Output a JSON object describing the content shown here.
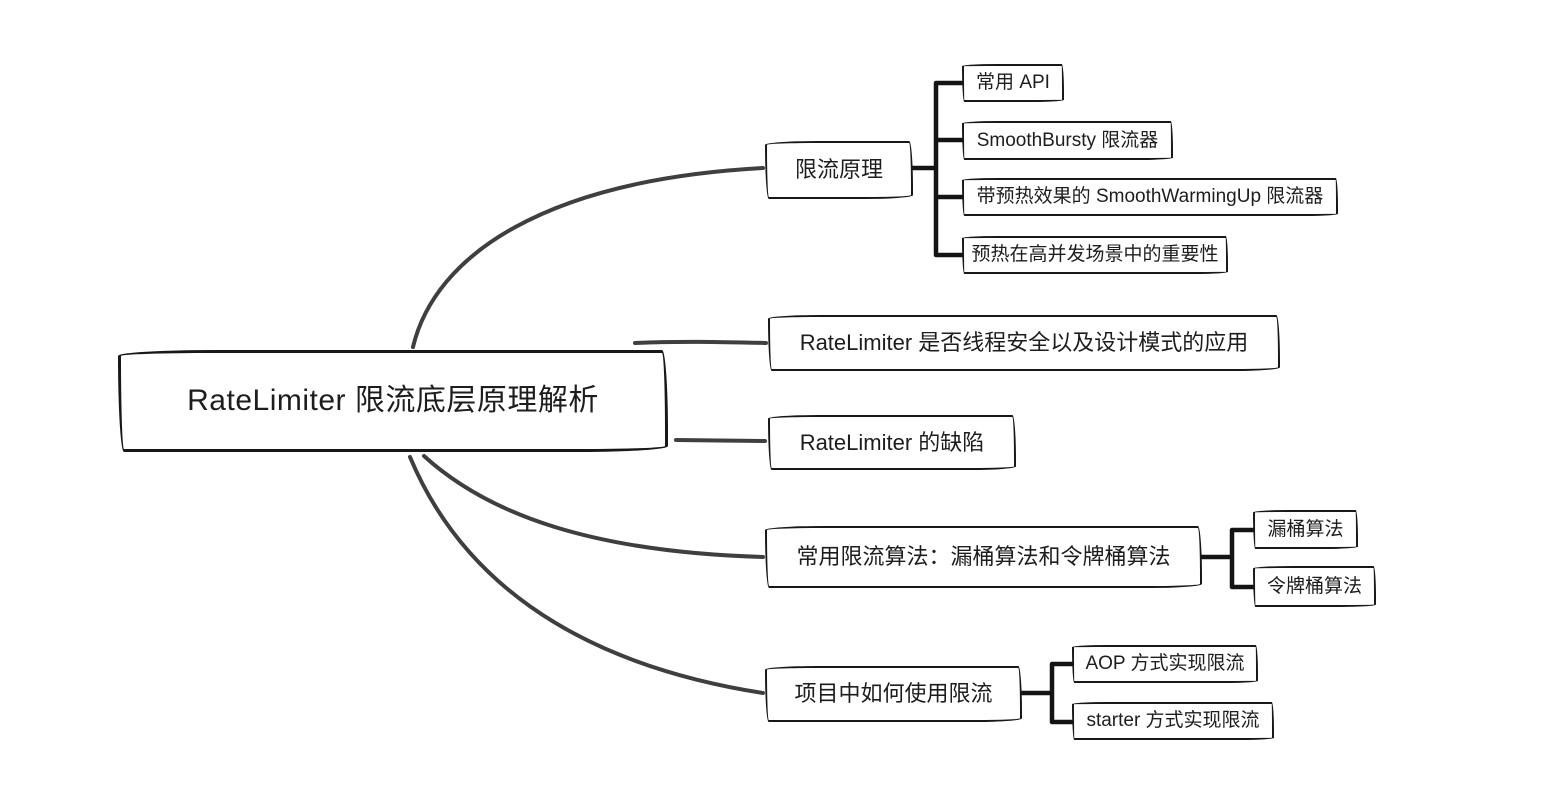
{
  "diagram": {
    "type": "mindmap",
    "root": {
      "label": "RateLimiter 限流底层原理解析"
    },
    "branches": [
      {
        "id": "principle",
        "label": "限流原理",
        "children": [
          {
            "label": "常用 API"
          },
          {
            "label": "SmoothBursty 限流器"
          },
          {
            "label": "带预热效果的 SmoothWarmingUp 限流器"
          },
          {
            "label": "预热在高并发场景中的重要性"
          }
        ]
      },
      {
        "id": "thread-safety",
        "label": "RateLimiter 是否线程安全以及设计模式的应用",
        "children": []
      },
      {
        "id": "defects",
        "label": "RateLimiter 的缺陷",
        "children": []
      },
      {
        "id": "algorithms",
        "label": "常用限流算法：漏桶算法和令牌桶算法",
        "children": [
          {
            "label": "漏桶算法"
          },
          {
            "label": "令牌桶算法"
          }
        ]
      },
      {
        "id": "usage",
        "label": "项目中如何使用限流",
        "children": [
          {
            "label": "AOP 方式实现限流"
          },
          {
            "label": "starter 方式实现限流"
          }
        ]
      }
    ],
    "colors": {
      "background": "#ffffff",
      "box_border": "#181818",
      "curve": "#3f3f3f",
      "bracket": "#141414",
      "text": "#1d1d1d"
    }
  }
}
